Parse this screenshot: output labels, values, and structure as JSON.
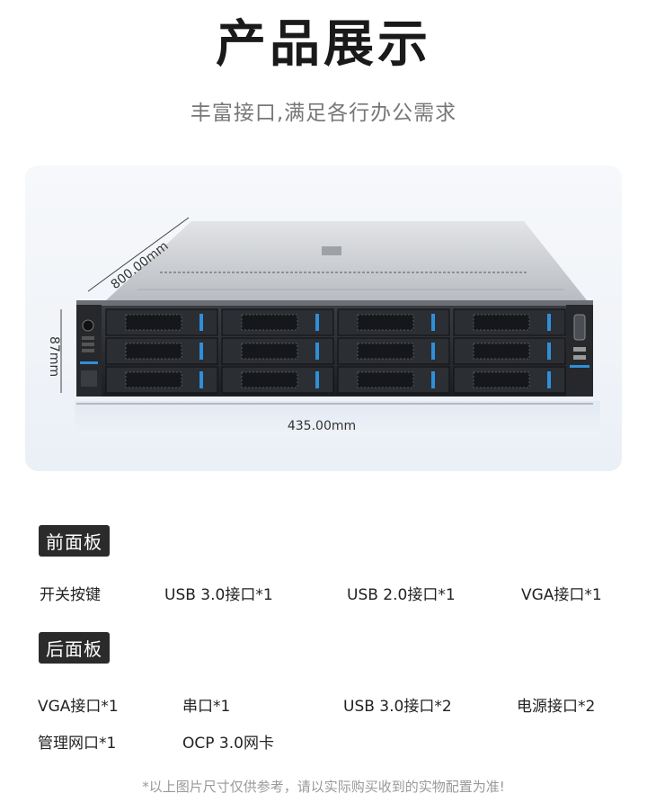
{
  "header": {
    "title": "产品展示",
    "subtitle": "丰富接口,满足各行办公需求"
  },
  "dimensions": {
    "depth": "800.00mm",
    "height": "87mm",
    "width": "435.00mm"
  },
  "front_panel": {
    "label": "前面板",
    "items": [
      "开关按键",
      "USB 3.0接口*1",
      "USB 2.0接口*1",
      "VGA接口*1"
    ]
  },
  "rear_panel": {
    "label": "后面板",
    "items": [
      "VGA接口*1",
      "串口*1",
      "USB 3.0接口*2",
      "电源接口*2",
      "管理网口*1",
      "OCP 3.0网卡"
    ]
  },
  "footnote": "*以上图片尺寸仅供参考，请以实际购买收到的实物配置为准!",
  "colors": {
    "accent_blue": "#2f8fd8",
    "tag_bg": "#2b2b2b"
  }
}
